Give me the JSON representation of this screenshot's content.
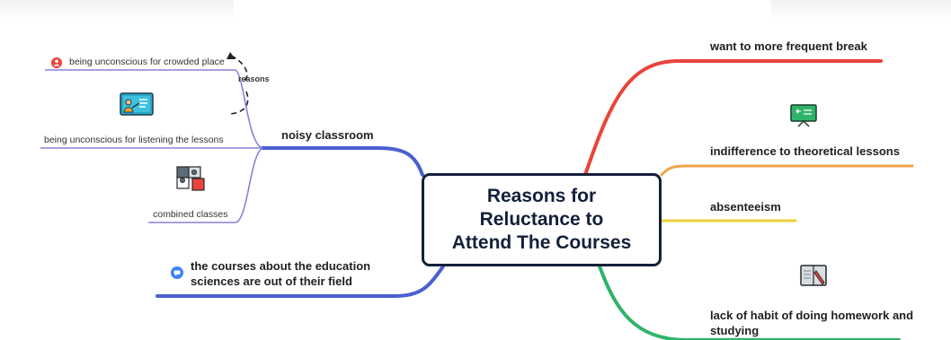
{
  "central_topic": "Reasons for\nReluctance to\nAttend The Courses",
  "left_branches": {
    "noisy_classroom": {
      "label": "noisy classroom",
      "children": {
        "crowded": "being unconscious for crowded place",
        "listening": "being unconscious for listening the lessons",
        "combined": "combined classes"
      },
      "relationship_label": "reasons"
    },
    "education_sciences": "the courses about the education\nsciences are out of their field"
  },
  "right_branches": {
    "break": "want to more frequent break",
    "theory": "indifference to theoretical lessons",
    "absenteeism": "absenteeism",
    "homework": "lack of habit of doing homework and\nstudying"
  },
  "colors": {
    "central_border": "#13203a",
    "left_main": "#4b5fd1",
    "left_sub": "#8a80d8",
    "right_red": "#e8443a",
    "right_orange": "#efa24a",
    "right_yellow": "#ecd23c",
    "right_green": "#2fb36a"
  },
  "icons": {
    "crowded": "red-person-marker-icon",
    "listening": "teacher-at-board-icon",
    "combined": "puzzle-pieces-icon",
    "education": "blue-comment-icon",
    "theory": "green-chalkboard-icon",
    "homework": "book-and-pencil-icon"
  }
}
